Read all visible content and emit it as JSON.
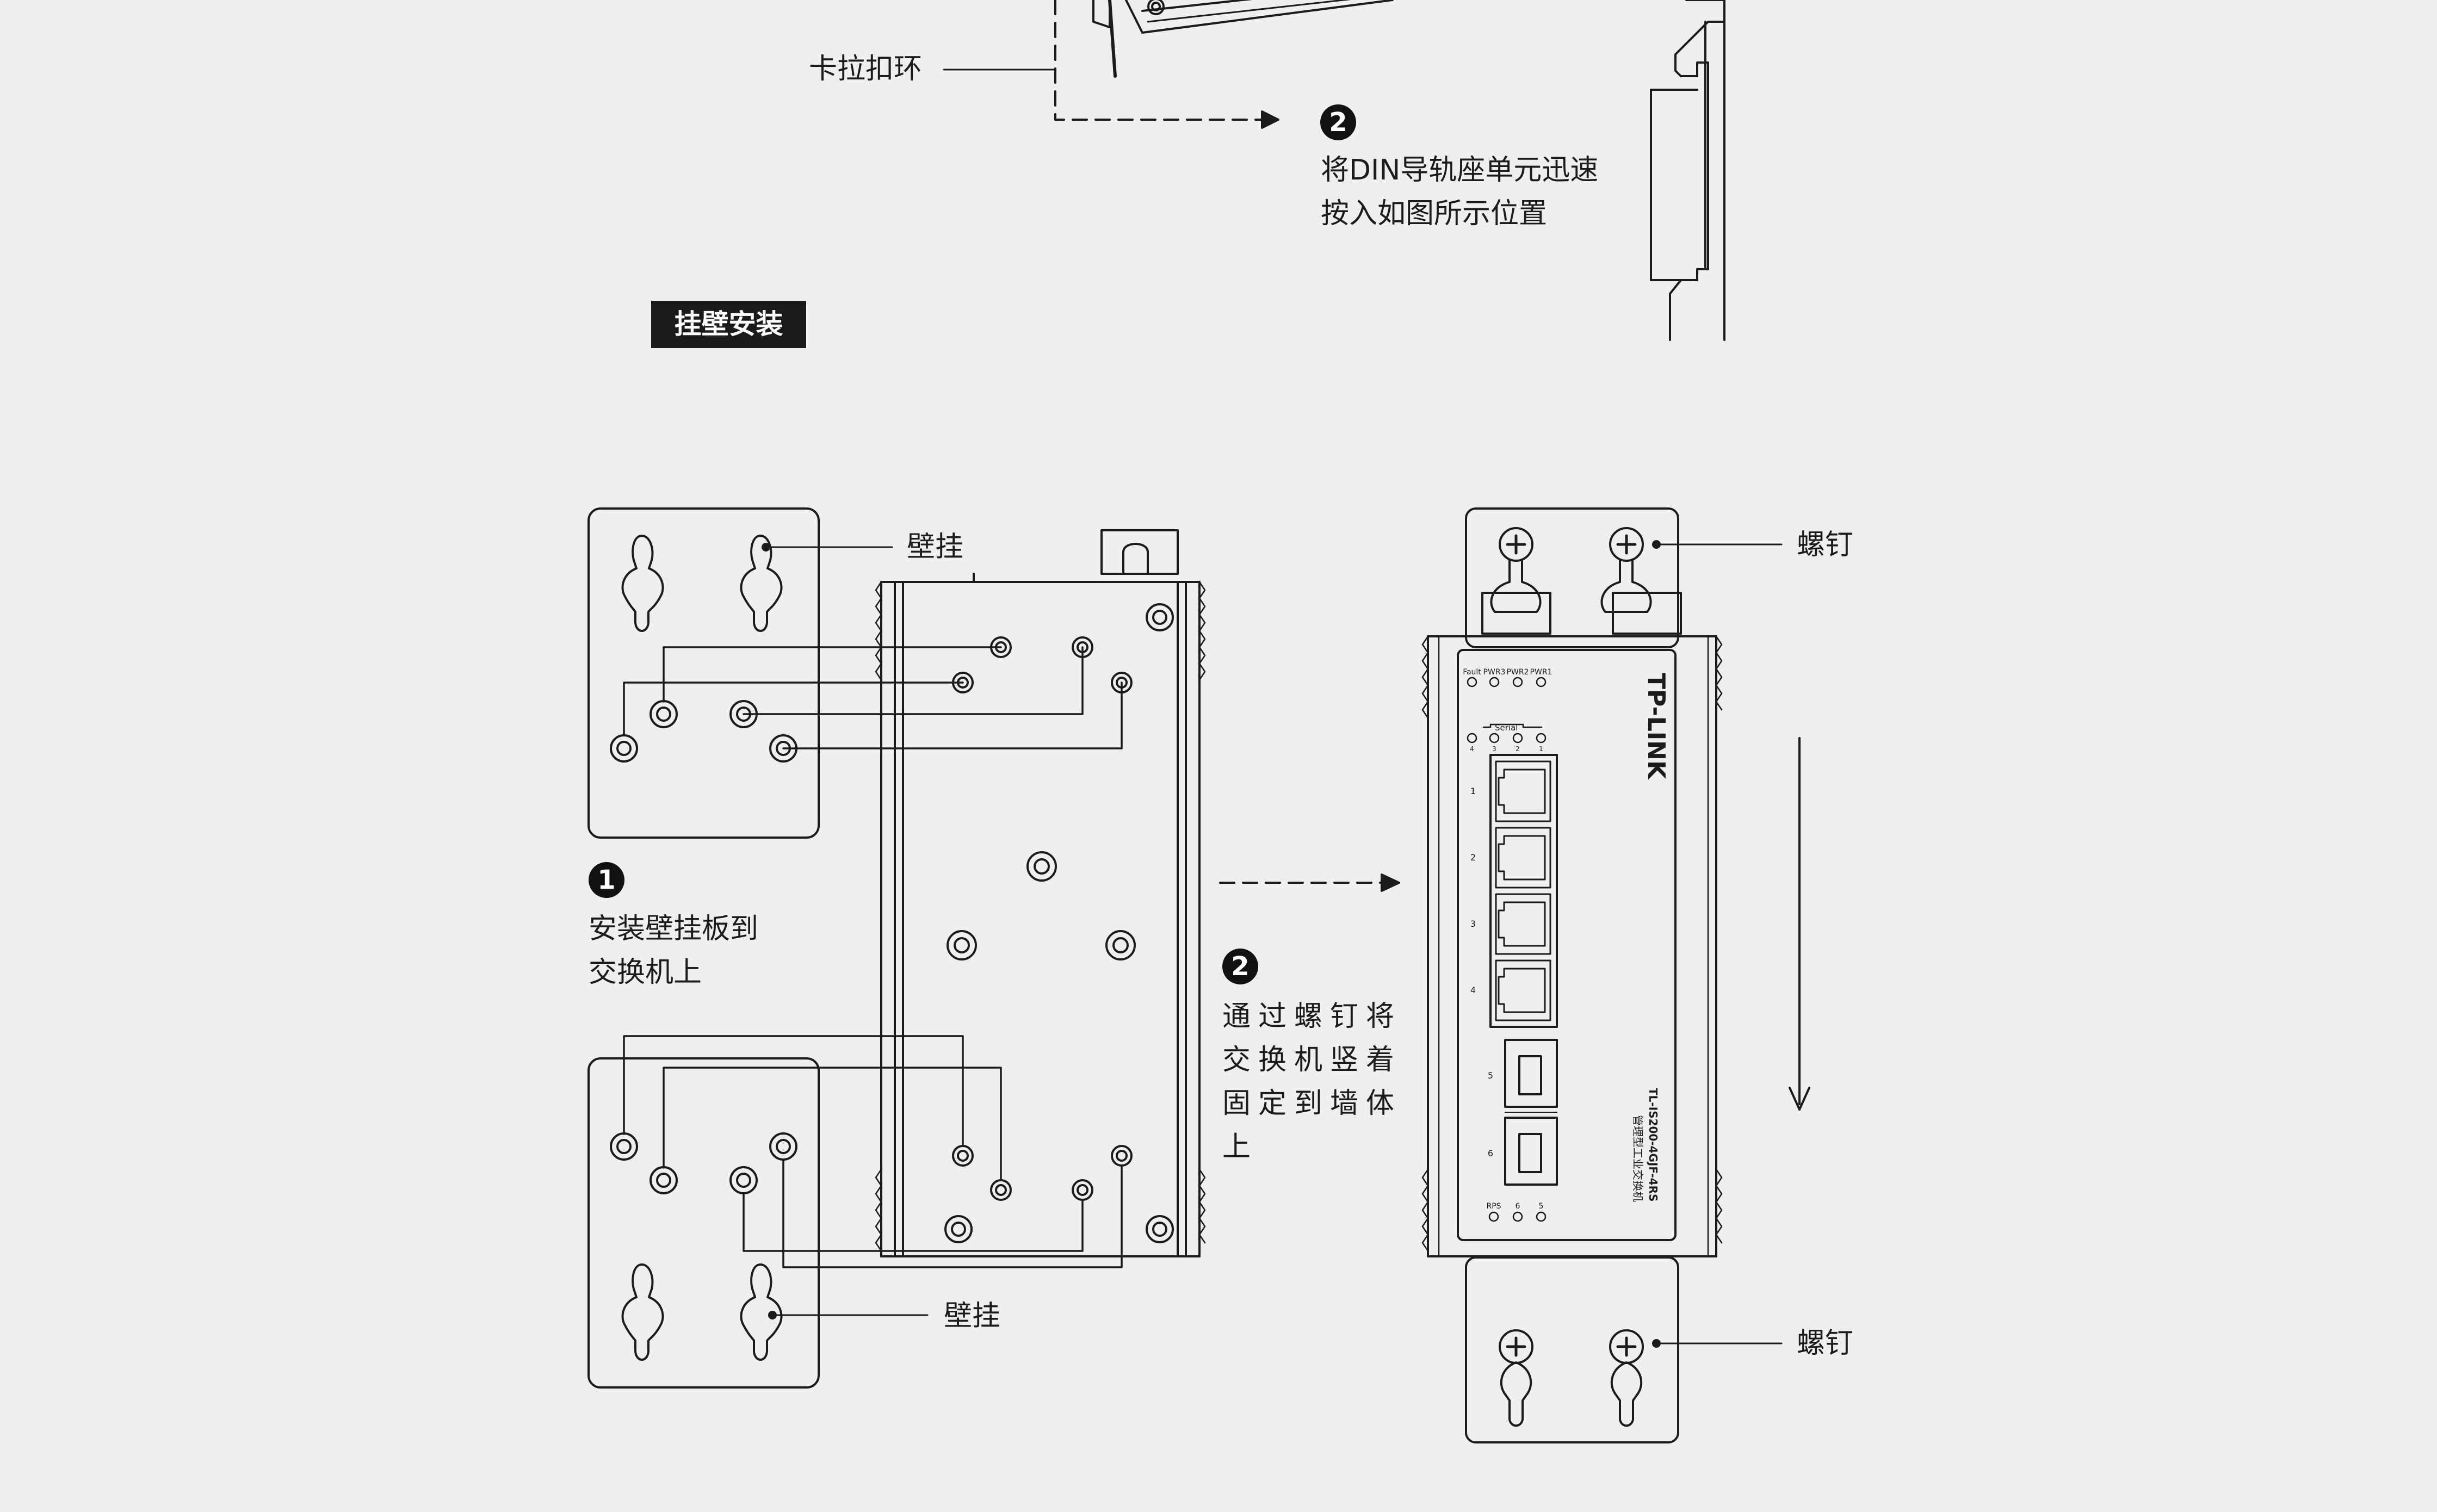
{
  "din_rail": {
    "clip_label": "卡拉扣环",
    "step2_badge": "2",
    "step2_text": [
      "将DIN导轨座单元迅速",
      "按入如图所示位置"
    ]
  },
  "wall_mount": {
    "section_title": "挂壁安装",
    "bracket_label_top": "壁挂",
    "bracket_label_bottom": "壁挂",
    "step1_badge": "1",
    "step1_text": [
      "安装壁挂板到",
      "交换机上"
    ],
    "step2_badge": "2",
    "step2_text": [
      "通过螺钉将",
      "交换机竖着",
      "固定到墙体",
      "上"
    ],
    "screw_label_top": "螺钉",
    "screw_label_bottom": "螺钉"
  },
  "device": {
    "brand": "TP-LINK",
    "model": "TL-IS200-4GJF-4RS",
    "subtitle": "管理型工业交换机",
    "led_labels": [
      "Fault",
      "PWR3",
      "PWR2",
      "PWR1"
    ],
    "serial_label": "Serial",
    "serial_numbers": [
      "4",
      "3",
      "2",
      "1"
    ],
    "port_numbers": [
      "1",
      "2",
      "3",
      "4",
      "5",
      "6"
    ],
    "bottom_led_labels": [
      "RPS",
      "6",
      "5"
    ]
  },
  "colors": {
    "line": "#1b1b1b",
    "background": "#efefef"
  }
}
